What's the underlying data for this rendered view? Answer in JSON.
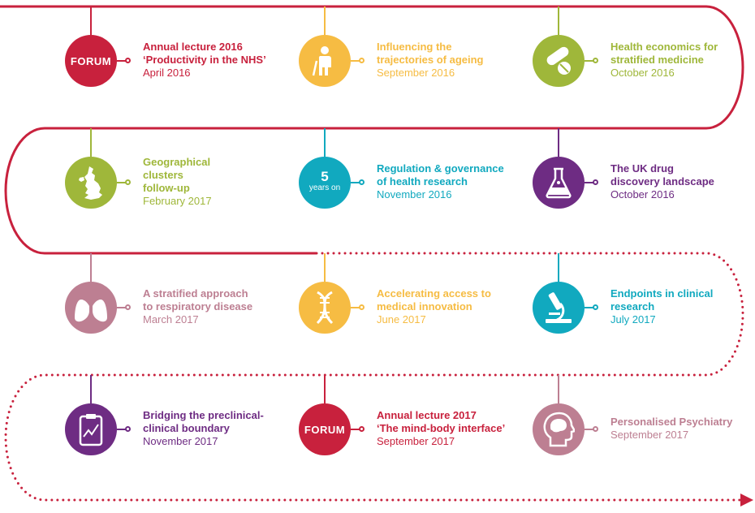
{
  "colors": {
    "crimson": "#c8213d",
    "amber": "#f6bc43",
    "lime": "#9fb73a",
    "teal": "#11a9bf",
    "purple": "#6e2c83",
    "mauve": "#bd7f92"
  },
  "events": [
    {
      "title": "Annual lecture 2016\n‘Productivity in the NHS’",
      "date": "April 2016",
      "icon": "forum-logo-icon",
      "logo_text": "FORUM",
      "color": "#c8213d"
    },
    {
      "title": "Influencing the\ntrajectories of ageing",
      "date": "September 2016",
      "icon": "elderly-person-icon",
      "color": "#f6bc43"
    },
    {
      "title": "Health economics for\nstratified medicine",
      "date": "October 2016",
      "icon": "pills-icon",
      "color": "#9fb73a"
    },
    {
      "title": "Geographical\nclusters\nfollow-up",
      "date": "February 2017",
      "icon": "uk-map-icon",
      "color": "#9fb73a"
    },
    {
      "title": "Regulation & governance\nof health research",
      "date": "November 2016",
      "icon": "five-years-badge-icon",
      "badge_number": "5",
      "badge_text": "years on",
      "color": "#11a9bf"
    },
    {
      "title": "The UK drug\ndiscovery landscape",
      "date": "October 2016",
      "icon": "flask-icon",
      "color": "#6e2c83"
    },
    {
      "title": "A stratified approach\nto respiratory disease",
      "date": "March 2017",
      "icon": "lungs-icon",
      "color": "#bd7f92"
    },
    {
      "title": "Accelerating access to\nmedical innovation",
      "date": "June 2017",
      "icon": "dna-icon",
      "color": "#f6bc43"
    },
    {
      "title": "Endpoints in clinical\nresearch",
      "date": "July 2017",
      "icon": "microscope-icon",
      "color": "#11a9bf"
    },
    {
      "title": "Bridging the preclinical-\nclinical boundary",
      "date": "November 2017",
      "icon": "clipboard-chart-icon",
      "color": "#6e2c83"
    },
    {
      "title": "Annual lecture 2017\n‘The mind-body interface’",
      "date": "September 2017",
      "icon": "forum-logo-icon",
      "logo_text": "FORUM",
      "color": "#c8213d"
    },
    {
      "title": "Personalised Psychiatry",
      "date": "September 2017",
      "icon": "head-brain-icon",
      "color": "#bd7f92"
    }
  ]
}
